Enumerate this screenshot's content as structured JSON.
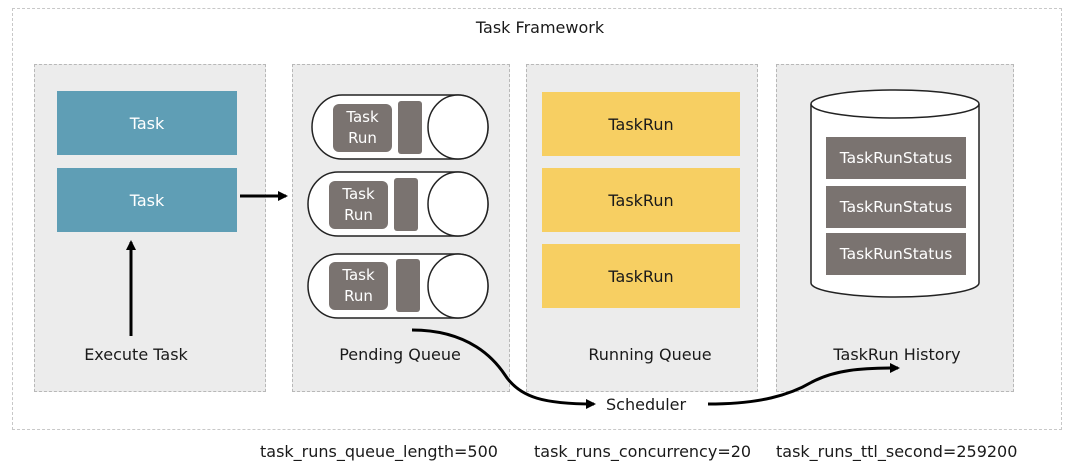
{
  "framework_title": "Task Framework",
  "panels": [
    {
      "label": "Execute Task"
    },
    {
      "label": "Pending Queue"
    },
    {
      "label": "Running Queue"
    },
    {
      "label": "TaskRun History"
    }
  ],
  "tasks": [
    "Task",
    "Task"
  ],
  "pending_items": [
    "Task\nRun",
    "Task\nRun",
    "Task\nRun"
  ],
  "running_items": [
    "TaskRun",
    "TaskRun",
    "TaskRun"
  ],
  "history_items": [
    "TaskRunStatus",
    "TaskRunStatus",
    "TaskRunStatus"
  ],
  "scheduler_label": "Scheduler",
  "params": {
    "queue_length": "task_runs_queue_length=500",
    "concurrency": "task_runs_concurrency=20",
    "ttl": "task_runs_ttl_second=259200"
  },
  "colors": {
    "task": "#5f9eb5",
    "taskrun": "#f7cf62",
    "status": "#7a7370",
    "panel": "#ececec"
  }
}
